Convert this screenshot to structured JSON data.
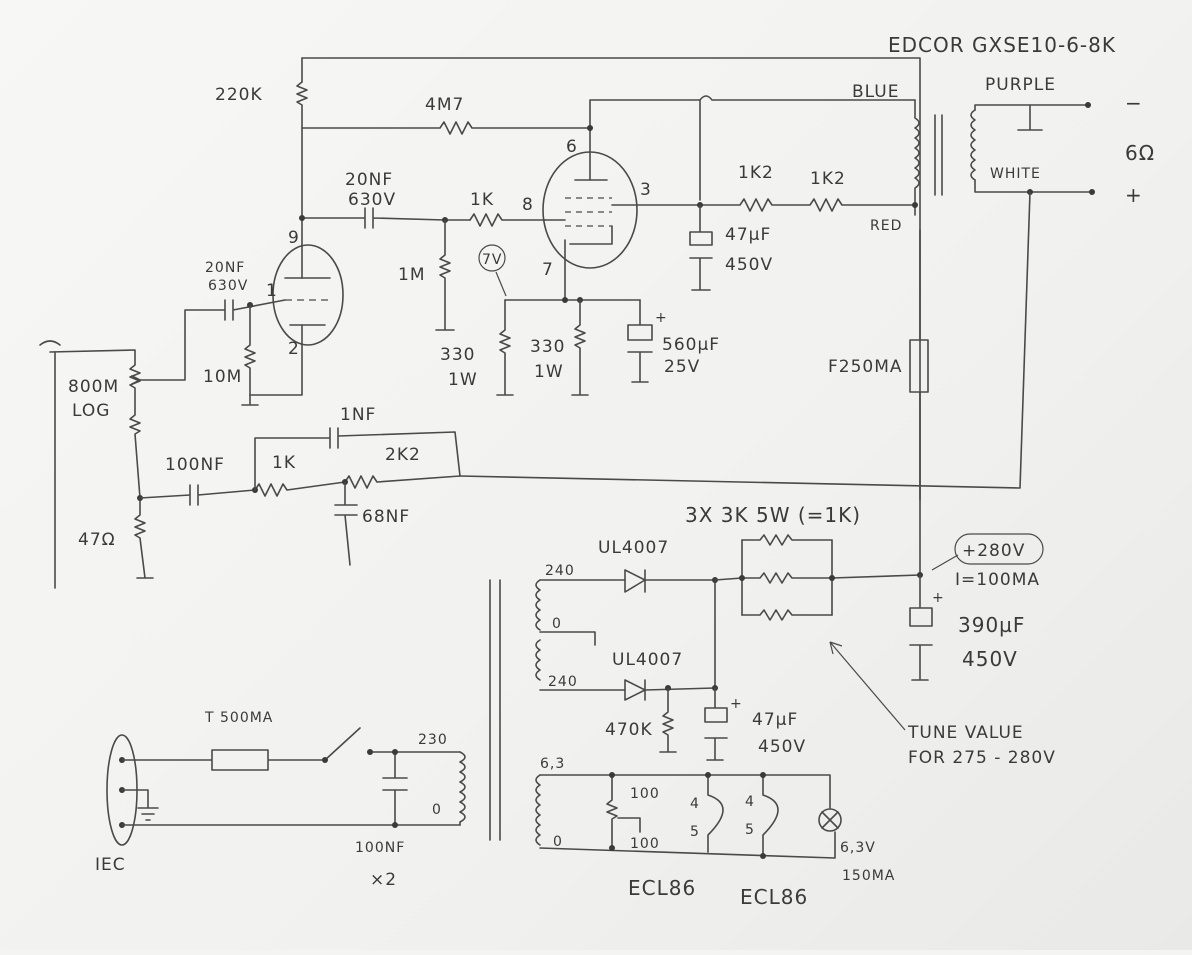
{
  "labels": {
    "transformer": "EDCOR GXSE10-6-8K",
    "blue": "BLUE",
    "purple": "PURPLE",
    "white": "WHITE",
    "red": "RED",
    "ohm6": "6Ω",
    "minus": "−",
    "plus": "+",
    "r220k": "220K",
    "r4m7": "4M7",
    "c20nf_a": "20NF",
    "v630_a": "630V",
    "c20nf_b": "20NF",
    "v630_b": "630V",
    "r1k_grid": "1K",
    "r1m": "1M",
    "v7": "7V",
    "r1k2_a": "1K2",
    "r1k2_b": "1K2",
    "c47uf_top": "47µF",
    "v450_top": "450V",
    "r330_a": "330",
    "w1_a": "1W",
    "r330_b": "330",
    "w1_b": "1W",
    "c560uf": "560µF",
    "v25": "25V",
    "pin6": "6",
    "pin3": "3",
    "pin8": "8",
    "pin7": "7",
    "pin9": "9",
    "pin1": "1",
    "pin2": "2",
    "pot": "800M",
    "log": "LOG",
    "r10m": "10M",
    "fuse250": "F250MA",
    "c1nf": "1NF",
    "c100nf": "100NF",
    "r1k_fb": "1K",
    "r2k2": "2K2",
    "c68nf": "68NF",
    "r47ohm": "47Ω",
    "resistors": "3X 3K 5W (=1K)",
    "diode1": "UL4007",
    "diode2": "UL4007",
    "v240_a": "240",
    "v0": "0",
    "v240_b": "240",
    "v280": "+280V",
    "current": "I=100MA",
    "c390": "390µF",
    "v450_390": "450V",
    "r470k": "470K",
    "c47uf_psu": "47µF",
    "v450_psu": "450V",
    "tune1": "TUNE VALUE",
    "tune2": "FOR 275 - 280V",
    "fuse500": "T 500MA",
    "v230": "230",
    "v0_mains": "0",
    "c100nf_x": "100NF",
    "x2": "×2",
    "iec": "IEC",
    "v63": "6,3",
    "v0_heat": "0",
    "r100_a": "100",
    "r100_b": "100",
    "hp4_a": "4",
    "hp5_a": "5",
    "hp4_b": "4",
    "hp5_b": "5",
    "lamp_v": "6,3V",
    "lamp_ma": "150MA",
    "ecl86_a": "ECL86",
    "ecl86_b": "ECL86"
  }
}
